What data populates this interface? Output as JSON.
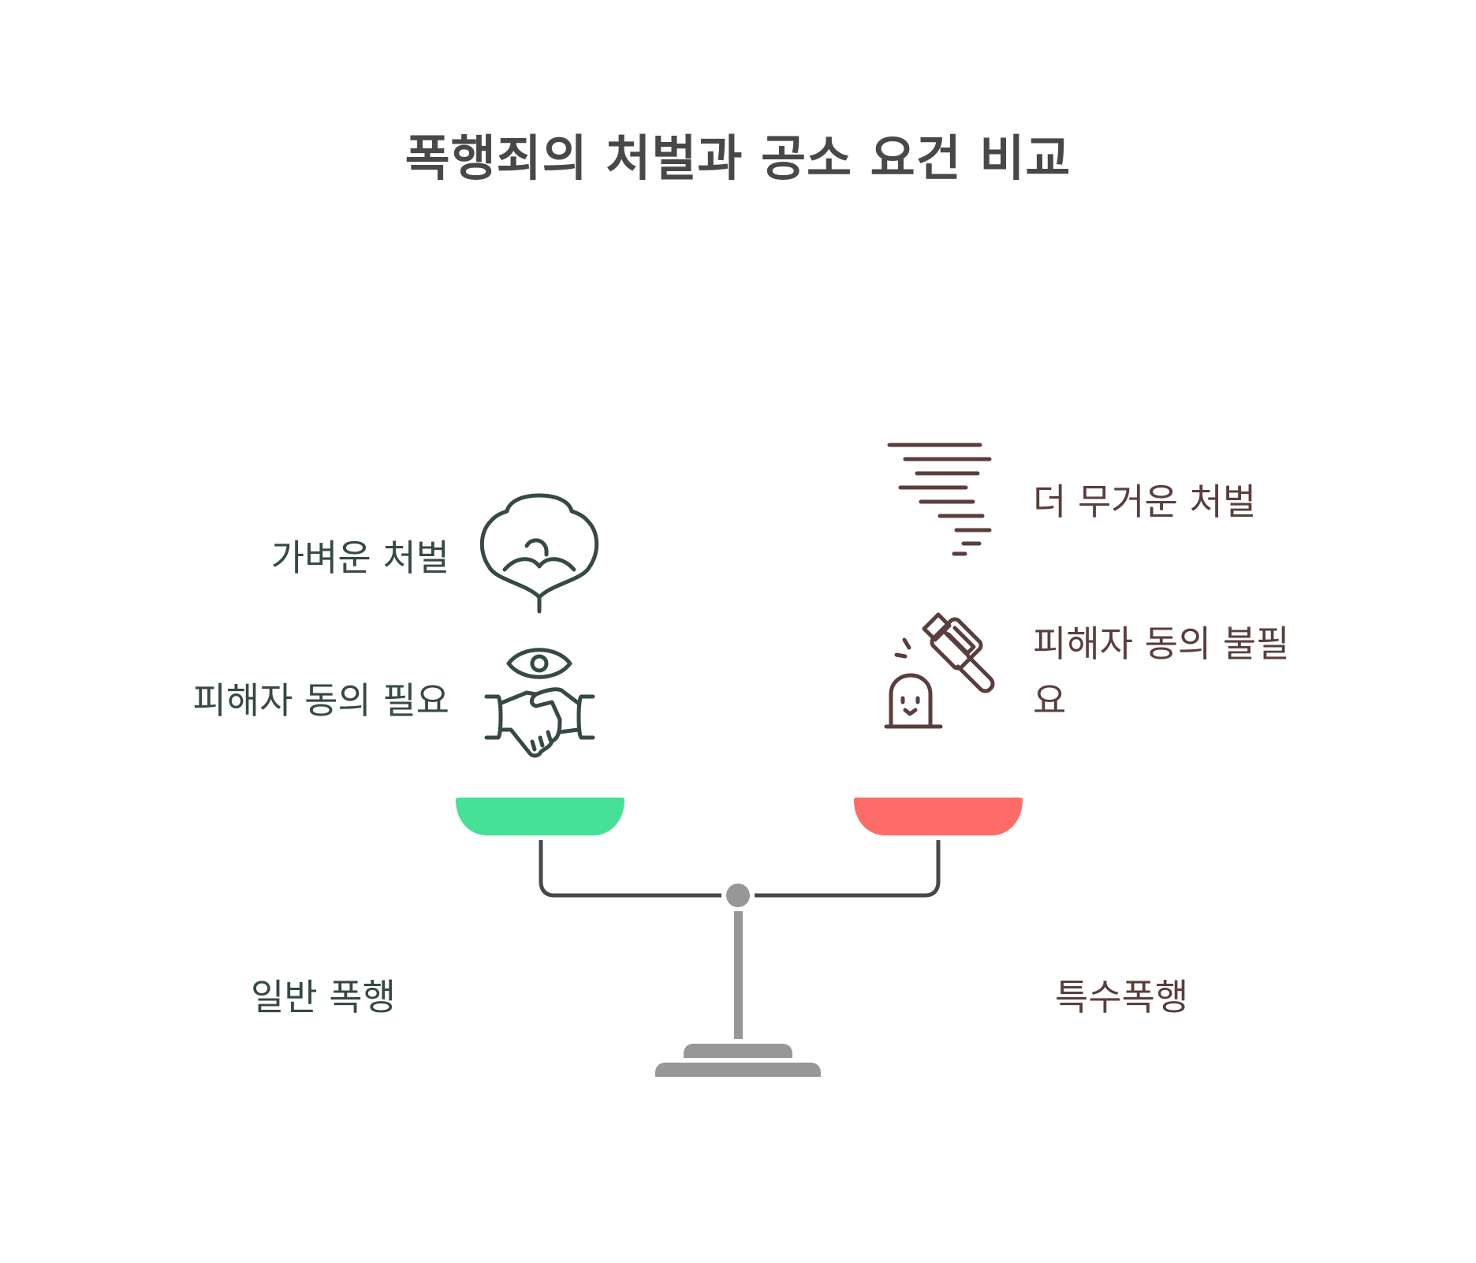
{
  "title": "폭행죄의 처벌과 공소 요건 비교",
  "colors": {
    "title": "#484848",
    "left_text": "#354a40",
    "right_text": "#5a3e3e",
    "left_pan": "#46e096",
    "right_pan": "#ff6b66",
    "beam": "#484848",
    "stand": "#979797"
  },
  "left": {
    "category": "일반 폭행",
    "items": [
      {
        "label": "가벼운 처벌",
        "icon": "cotton-plant-icon"
      },
      {
        "label": "피해자 동의 필요",
        "icon": "handshake-eye-icon"
      }
    ]
  },
  "right": {
    "category": "특수폭행",
    "items": [
      {
        "label": "더 무거운 처벌",
        "icon": "tornado-icon"
      },
      {
        "label_line1": "피해자 동의 불필",
        "label_line2": "요",
        "icon": "gavel-tombstone-icon"
      }
    ]
  },
  "scale": {
    "icon": "balance-scale",
    "tilt": "level"
  }
}
